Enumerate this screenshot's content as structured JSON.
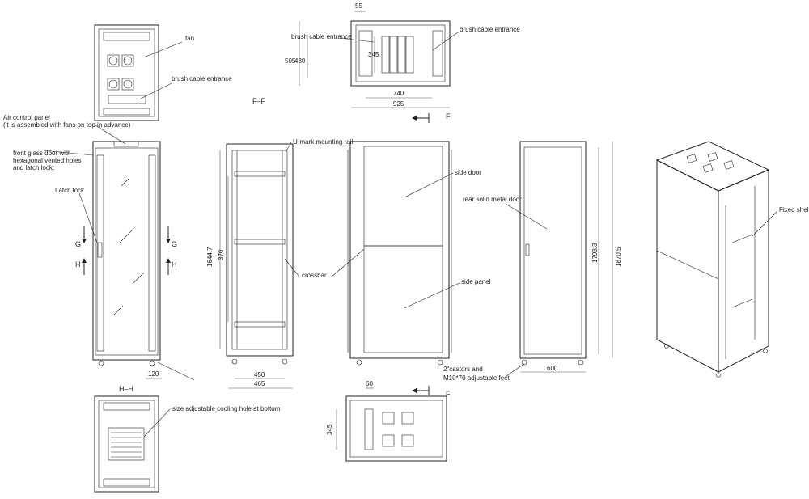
{
  "labels": {
    "fan": "fan",
    "brush_entrance_top": "brush cable entrance",
    "brush_entrance_left": "brush cable entrance",
    "brush_entrance_right": "brush cable entrance",
    "air_panel_1": "Air control panel",
    "air_panel_2": "(it is assembled with fans on top in advance)",
    "glass_door_1": "front glass door with",
    "glass_door_2": "hexagonal vented holes",
    "glass_door_3": "and latch lock;",
    "latch_lock": "Latch lock",
    "u_rail": "U-mark mounting rail",
    "crossbar": "crossbar",
    "side_door": "side door",
    "rear_door": "rear solid metal  door",
    "side_panel": "side panel",
    "castors_1": "2\"castors and",
    "castors_2": "M10*70 adjustable feet",
    "fixed_shelf": "Fixed shelf",
    "cooling_hole": "size adjustable cooling hole at bottom"
  },
  "sections": {
    "ff": "F–F",
    "hh": "H–H",
    "f_top": "F",
    "f_bottom": "F",
    "g1": "G",
    "g2": "G",
    "h1": "H",
    "h2": "H"
  },
  "dimensions": {
    "d55": "55",
    "d505": "505",
    "d480": "480",
    "d345_top": "345",
    "d740": "740",
    "d925": "925",
    "d1644": "1644.7",
    "d370": "370",
    "d450": "450",
    "d465": "465",
    "d120": "120",
    "d1793": "1793.3",
    "d1870": "1870.5",
    "d600": "600",
    "d60": "60",
    "d345_bottom": "345"
  }
}
